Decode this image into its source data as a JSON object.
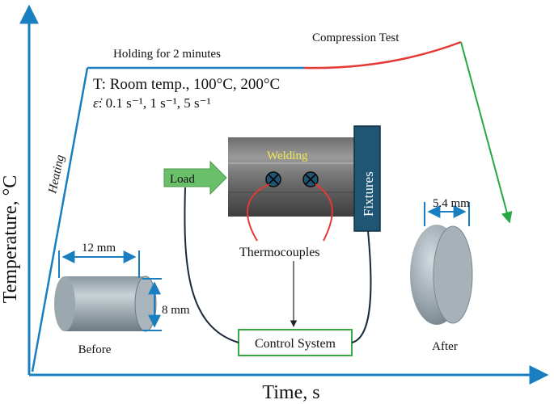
{
  "axes": {
    "y_label": "Temperature, °C",
    "x_label": "Time, s"
  },
  "profile": {
    "heating_label": "Heating",
    "holding_label": "Holding  for  2 minutes",
    "compression_label": "Compression  Test"
  },
  "conditions": {
    "temperature_line": "T: Room temp., 100°C, 200°C",
    "strain_rate_symbol": "ε̇",
    "strain_rate_values": ": 0.1 s⁻¹, 1 s⁻¹, 5 s⁻¹"
  },
  "setup": {
    "welding_label": "Welding",
    "load_label": "Load",
    "fixtures_label": "Fixtures",
    "thermocouples_label": "Thermocouples",
    "control_system_label": "Control  System"
  },
  "specimens": {
    "before_label": "Before",
    "before_length": "12 mm",
    "before_diameter": "8 mm",
    "after_label": "After",
    "after_height": "5.4 mm"
  },
  "colors": {
    "axis": "#1a7fc1",
    "dimension": "#1a7fc1",
    "compression_curve": "#e53935",
    "cooling_curve": "#27a844",
    "load_arrow": "#6abf69",
    "fixtures": "#1f5673",
    "thermocouple_wire": "#e53935",
    "cable": "#1b2a3a",
    "welding_text": "#f2e94e",
    "control_box_border": "#3aa845"
  }
}
